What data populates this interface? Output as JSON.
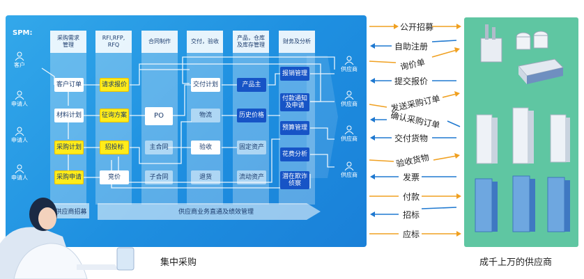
{
  "spm_label": "SPM:",
  "columns": [
    {
      "head": "采购需求\n管理"
    },
    {
      "head": "RFI,RFP,\nRFQ"
    },
    {
      "head": "合同制作"
    },
    {
      "head": "交付，验收"
    },
    {
      "head": "产品，仓库\n及库存管理"
    },
    {
      "head": "财务及分析"
    }
  ],
  "col1": {
    "b1": "客户订单",
    "b2": "材料计划",
    "b3": "采购计划",
    "b4": "采购申请"
  },
  "col2": {
    "b1": "请求报价",
    "b2": "征询方案",
    "b3": "招投标",
    "b4": "竞价"
  },
  "col3": {
    "b1": "PO",
    "b2": "主合同",
    "b3": "子合同"
  },
  "col4": {
    "b1": "交付计划",
    "b2": "物流",
    "b3": "验收",
    "b4": "退货"
  },
  "col5": {
    "b1": "产品主",
    "b2": "历史价格",
    "b3": "固定资产",
    "b4": "流动资产"
  },
  "col6": {
    "b1": "报销管理",
    "b2": "付款通知\n及申请",
    "b3": "预算管理",
    "b4": "花费分析",
    "b5": "潜在欺诈\n侦察"
  },
  "left_actors": [
    "客户",
    "申请人",
    "申请人",
    "申请人"
  ],
  "right_actors": [
    "供应商",
    "供应商",
    "供应商",
    "供应商"
  ],
  "bottom_bar": {
    "left": "供应商招募",
    "main": "供应商业务直通及绩效管理"
  },
  "middle_labels": [
    "公开招募",
    "自助注册",
    "询价单",
    "提交报价",
    "发送采购订单",
    "确认采购订单",
    "交付货物",
    "验收货物",
    "发票",
    "付款",
    "招标",
    "应标"
  ],
  "captions": {
    "left": "集中采购",
    "right": "成千上万的供应商"
  },
  "colors": {
    "panel": "#1e8fe0",
    "yellow": "#ffec1a",
    "darkblue": "#1754c6",
    "green": "#5fc6a2",
    "orange_arrow": "#f0a020",
    "blue_arrow": "#1e78d0"
  }
}
